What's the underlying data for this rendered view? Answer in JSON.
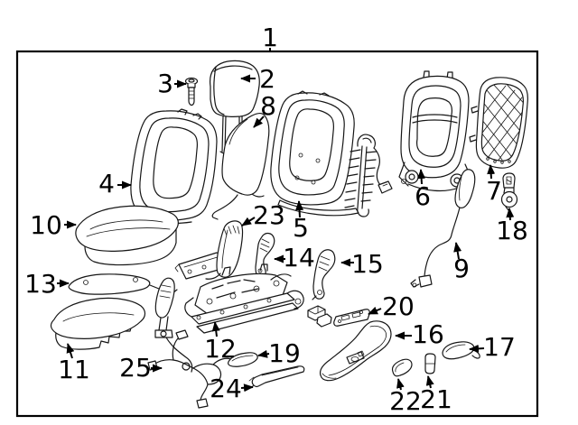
{
  "figure": {
    "background_color": "#ffffff",
    "line_color": "#161616",
    "label_color": "#000000"
  },
  "callouts": {
    "c1": "1",
    "c2": "2",
    "c3": "3",
    "c4": "4",
    "c5": "5",
    "c6": "6",
    "c7": "7",
    "c8": "8",
    "c9": "9",
    "c10": "10",
    "c11": "11",
    "c12": "12",
    "c13": "13",
    "c14": "14",
    "c15": "15",
    "c16": "16",
    "c17": "17",
    "c18": "18",
    "c19": "19",
    "c20": "20",
    "c21": "21",
    "c22": "22",
    "c23": "23",
    "c24": "24",
    "c25": "25"
  }
}
